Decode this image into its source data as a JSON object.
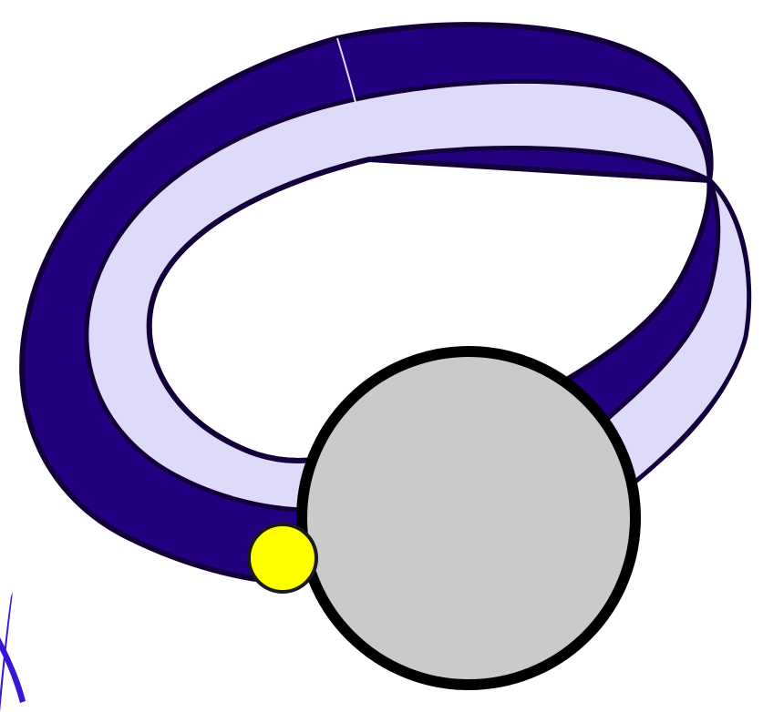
{
  "diagram": {
    "colors": {
      "background": "#ffffff",
      "band_dark": "#22007f",
      "band_light": "#dedaf9",
      "outline": "#12003a",
      "sphere_fill": "#cacaca",
      "sphere_outline": "#000000",
      "marker_fill": "#ffff00",
      "marker_outline": "#1a1a1a",
      "partial_glyph": "#3a14d6"
    },
    "shapes": [
      "mobius-band",
      "gray-sphere",
      "yellow-marker",
      "partial-glyph"
    ]
  }
}
